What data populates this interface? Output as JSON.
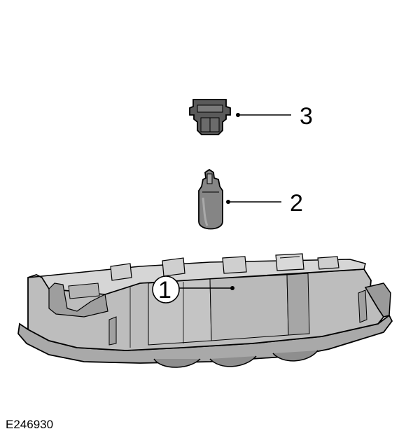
{
  "figure": {
    "id_label": "E246930",
    "callouts": [
      {
        "number": "1"
      },
      {
        "number": "2"
      },
      {
        "number": "3"
      }
    ],
    "colors": {
      "housing": "#b9b9b9",
      "housing_shadow": "#8e8e8e",
      "housing_light": "#d6d6d6",
      "bulb": "#858585",
      "socket": "#5a5a5a",
      "outline": "#000000"
    }
  }
}
